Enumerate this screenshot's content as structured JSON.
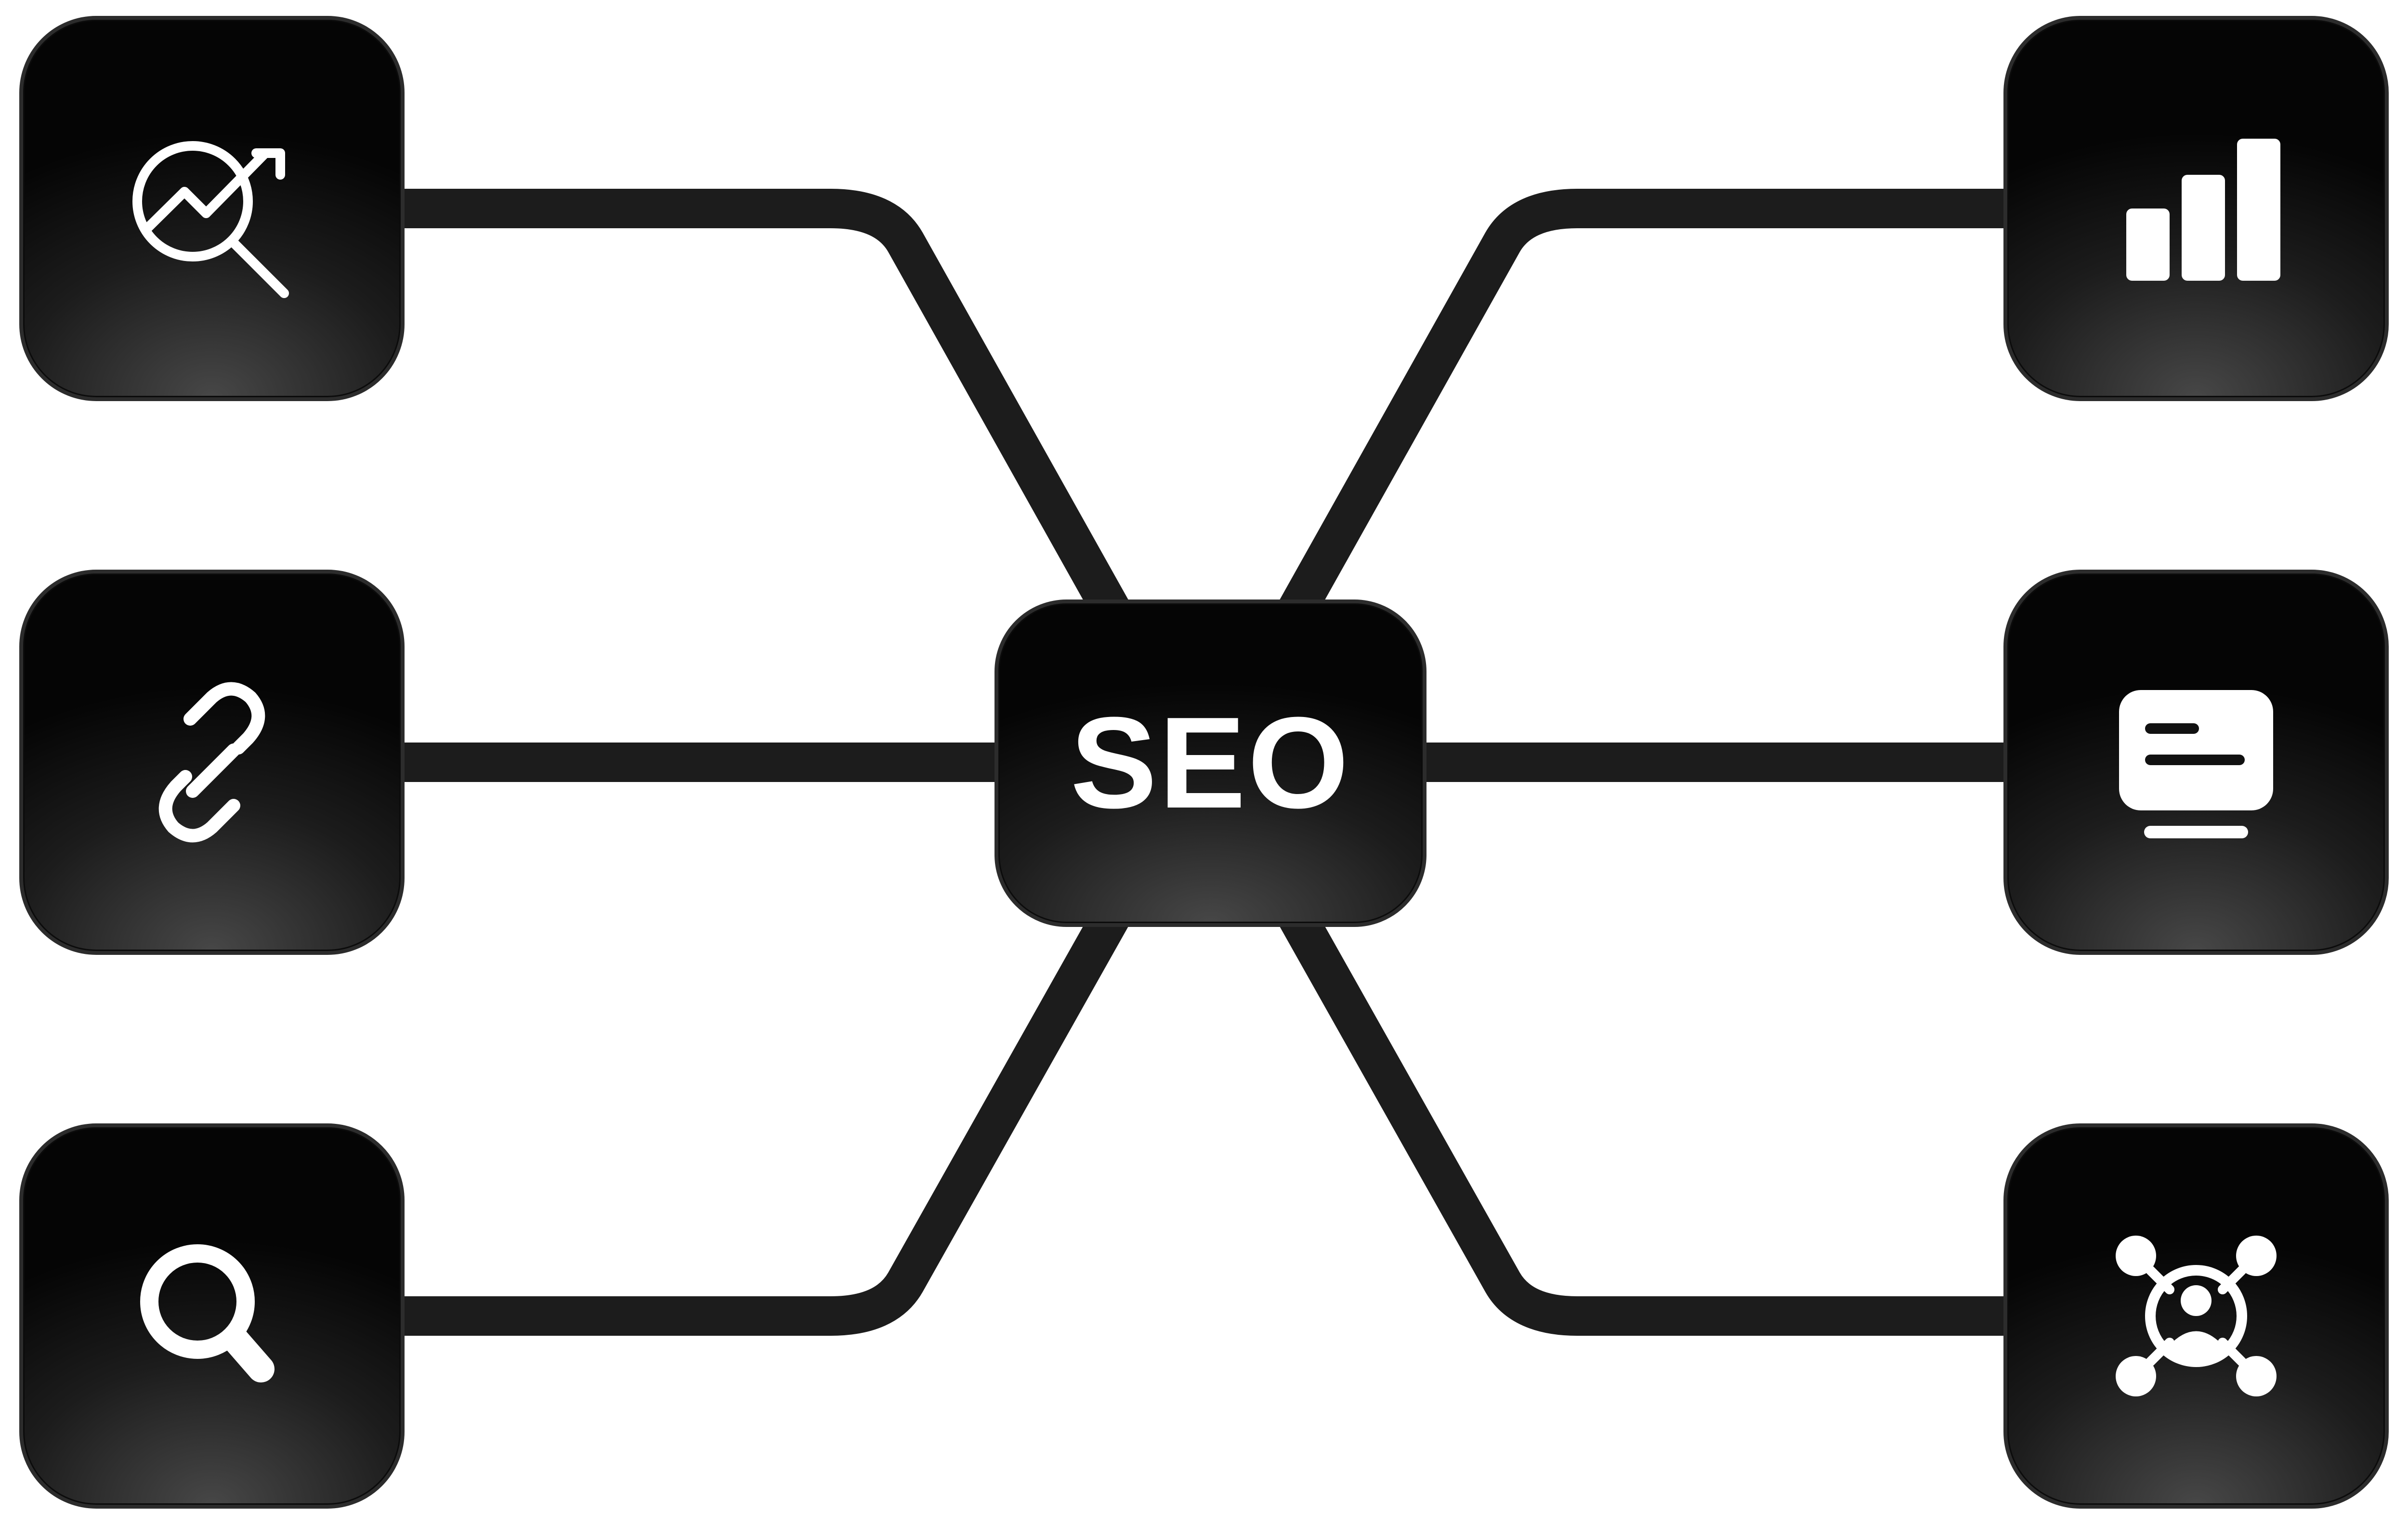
{
  "center": {
    "label": "SEO"
  },
  "nodes": [
    {
      "id": "growth-search",
      "icon": "search-growth-icon"
    },
    {
      "id": "link",
      "icon": "link-icon"
    },
    {
      "id": "search",
      "icon": "search-icon"
    },
    {
      "id": "analytics",
      "icon": "bar-chart-icon"
    },
    {
      "id": "content",
      "icon": "content-display-icon"
    },
    {
      "id": "network",
      "icon": "network-user-icon"
    }
  ],
  "colors": {
    "node_border": "#2c2c2c",
    "connector": "#1c1c1c",
    "icon": "#ffffff",
    "background": "#ffffff"
  }
}
